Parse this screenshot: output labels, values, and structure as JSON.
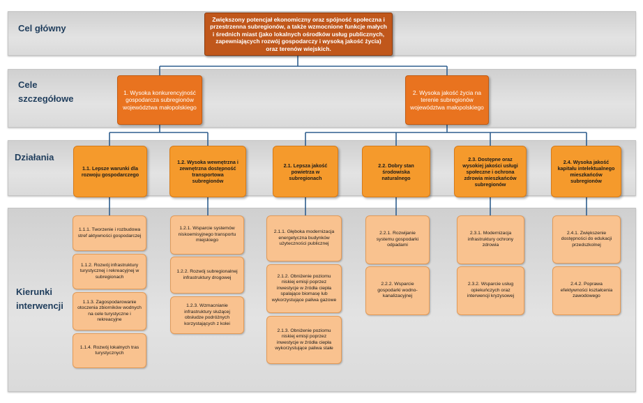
{
  "bands": {
    "main": "Cel główny",
    "specific": "Cele szczegółowe",
    "actions": "Działania",
    "directions": "Kierunki interwencji"
  },
  "main_goal": "Zwiększony potencjał ekonomiczny oraz spójność społeczna i przestrzenna subregionów, a także wzmocnione funkcje małych i średnich miast (jako lokalnych ośrodków usług publicznych, zapewniających rozwój gospodarczy i wysoką jakość życia) oraz terenów wiejskich.",
  "specific_goals": [
    "1. Wysoka konkurencyjność gospodarcza subregionów województwa małopolskiego",
    "2. Wysoka jakość życia na terenie subregionów województwa małopolskiego"
  ],
  "actions": [
    "1.1. Lepsze warunki dla rozwoju gospodarczego",
    "1.2. Wysoka wewnętrzna i zewnętrzna dostępność transportowa subregionów",
    "2.1. Lepsza jakość powietrza w subregionach",
    "2.2. Dobry stan środowiska naturalnego",
    "2.3. Dostępne oraz wysokiej jakości usługi społeczne i ochrona zdrowia mieszkańców subregionów",
    "2.4. Wysoka jakość kapitału intelektualnego mieszkańców subregionów"
  ],
  "directions": [
    [
      "1.1.1. Tworzenie i rozbudowa stref aktywności gospodarczej",
      "1.1.2. Rozwój infrastruktury turystycznej i rekreacyjnej w subregionach",
      "1.1.3. Zagospodarowanie otoczenia zbiorników wodnych na cele turystyczne i rekreacyjne",
      "1.1.4. Rozwój lokalnych tras turystycznych"
    ],
    [
      "1.2.1. Wsparcie systemów niskoemisyjnego transportu miejskiego",
      "1.2.2. Rozwój subregionalnej infrastruktury drogowej",
      "1.2.3. Wzmacnianie infrastruktury służącej obsłudze podróżnych korzystających z kolei"
    ],
    [
      "2.1.1. Głęboka modernizacja energetyczna budynków użyteczności publicznej",
      "2.1.2. Obniżenie poziomu niskiej emisji poprzez inwestycje w źródła ciepła spalające biomasę lub wykorzystujące paliwa gazowe",
      "2.1.3. Obniżenie poziomu niskiej emisji poprzez inwestycje w źródła ciepła wykorzystujące paliwa stałe"
    ],
    [
      "2.2.1. Rozwijanie systemu gospodarki odpadami",
      "2.2.2. Wsparcie gospodarki wodno-kanalizacyjnej"
    ],
    [
      "2.3.1. Modernizacja infrastruktury ochrony zdrowia",
      "2.3.2. Wsparcie usług opiekuńczych oraz interwencji kryzysowej"
    ],
    [
      "2.4.1. Zwiększenie dostępności do edukacji przedszkolnej",
      "2.4.2. Poprawa efektywności kształcenia zawodowego"
    ]
  ],
  "colors": {
    "main_goal": "#c0571b",
    "specific_goal": "#e9731f",
    "action": "#f59a2c",
    "direction": "#f9c28f",
    "connector": "#2f5e8e",
    "band": "#d9d9d9",
    "band_label": "#1f3d5c"
  }
}
